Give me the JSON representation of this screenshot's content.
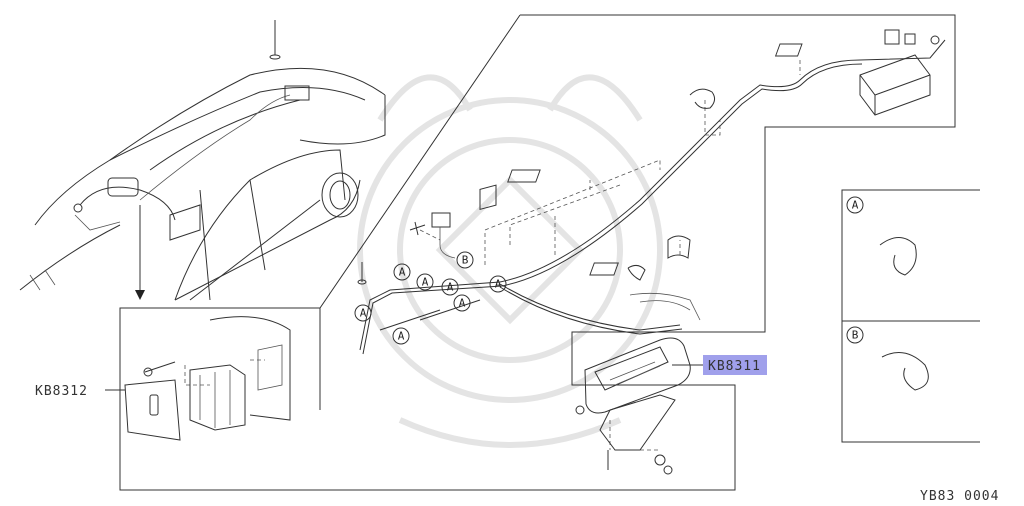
{
  "diagram": {
    "part_left_label": "KB8312",
    "part_right_label": "KB8311",
    "figure_code": "YB83 0004",
    "callout_a": "A",
    "callout_b": "B",
    "legend": [
      {
        "marker": "A"
      },
      {
        "marker": "B"
      }
    ],
    "highlight_color": "#8f8fe8"
  }
}
